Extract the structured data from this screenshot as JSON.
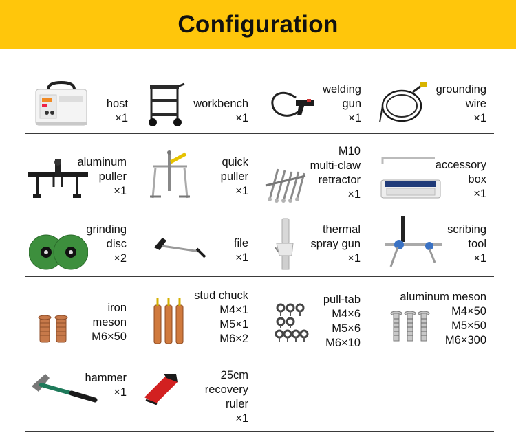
{
  "header": {
    "title": "Configuration"
  },
  "colors": {
    "accent": "#FFC60B",
    "divider": "#3a3a3a"
  },
  "items": [
    {
      "icon": "welder-host-icon",
      "lines": [
        "host",
        "×1"
      ]
    },
    {
      "icon": "workbench-cart-icon",
      "lines": [
        "workbench",
        "×1"
      ]
    },
    {
      "icon": "welding-gun-icon",
      "lines": [
        "welding",
        "gun",
        "×1"
      ]
    },
    {
      "icon": "grounding-wire-icon",
      "lines": [
        "grounding",
        "wire",
        "×1"
      ]
    },
    {
      "icon": "aluminum-puller-icon",
      "lines": [
        "aluminum",
        "puller",
        "×1"
      ]
    },
    {
      "icon": "quick-puller-icon",
      "lines": [
        "quick",
        "puller",
        "×1"
      ]
    },
    {
      "icon": "multi-claw-retractor-icon",
      "lines": [
        "M10",
        "multi-claw",
        "retractor",
        "×1"
      ]
    },
    {
      "icon": "accessory-box-icon",
      "lines": [
        "accessory",
        "box",
        "×1"
      ]
    },
    {
      "icon": "grinding-disc-icon",
      "lines": [
        "grinding",
        "disc",
        "×2"
      ]
    },
    {
      "icon": "file-icon",
      "lines": [
        "file",
        "×1"
      ]
    },
    {
      "icon": "thermal-spray-gun-icon",
      "lines": [
        "thermal",
        "spray gun",
        "×1"
      ]
    },
    {
      "icon": "scribing-tool-icon",
      "lines": [
        "scribing",
        "tool",
        "×1"
      ]
    },
    {
      "icon": "iron-meson-icon",
      "lines": [
        "iron",
        "meson",
        "M6×50"
      ]
    },
    {
      "icon": "stud-chuck-icon",
      "lines": [
        "stud chuck",
        "M4×1",
        "M5×1",
        "M6×2"
      ]
    },
    {
      "icon": "pull-tab-icon",
      "lines": [
        "pull-tab",
        "M4×6",
        "M5×6",
        "M6×10"
      ]
    },
    {
      "icon": "aluminum-meson-icon",
      "lines": [
        "aluminum meson",
        "M4×50",
        "M5×50",
        "M6×300"
      ]
    },
    {
      "icon": "hammer-icon",
      "lines": [
        "hammer",
        "×1"
      ]
    },
    {
      "icon": "recovery-ruler-icon",
      "lines": [
        "25cm",
        "recovery",
        "ruler",
        "×1"
      ]
    }
  ]
}
